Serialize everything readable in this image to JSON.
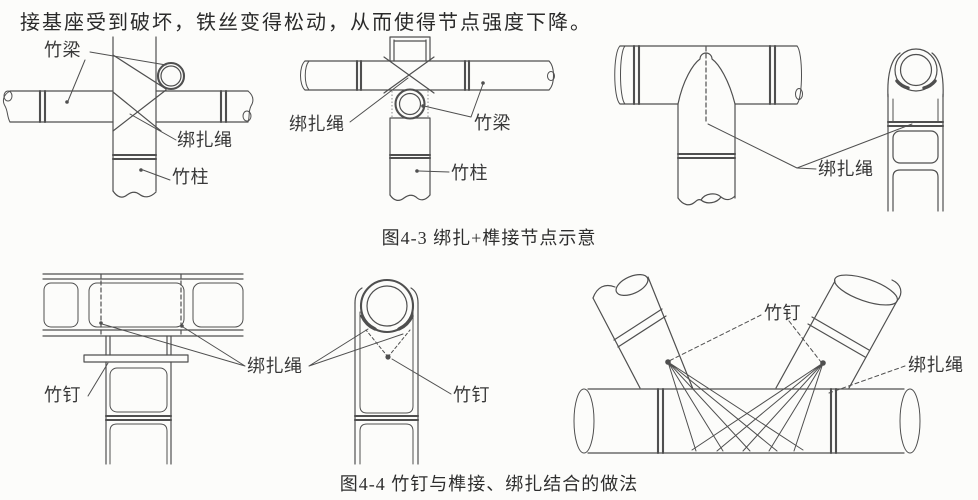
{
  "page": {
    "paragraph": "接基座受到破坏，铁丝变得松动，从而使得节点强度下降。"
  },
  "fig43": {
    "caption": "图4-3 绑扎+榫接节点示意",
    "front_view": {
      "beam_label": "竹梁",
      "rope_label": "绑扎绳",
      "column_label": "竹柱"
    },
    "top_view": {
      "rope_label": "绑扎绳",
      "beam_label": "竹梁",
      "column_label": "竹柱"
    },
    "tenon_view": {
      "rope_label": "绑扎绳"
    }
  },
  "fig44": {
    "caption": "图4-4 竹钉与榫接、绑扎结合的做法",
    "section_view": {
      "pin_label": "竹钉"
    },
    "shared": {
      "rope_label": "绑扎绳"
    },
    "side_view": {
      "pin_label": "竹钉"
    },
    "diagonal_view": {
      "pin_label": "竹钉",
      "rope_label": "绑扎绳"
    }
  },
  "colors": {
    "ink": "#4f4f4f",
    "text": "#2e2e2e",
    "paper": "#fcfcfa"
  }
}
